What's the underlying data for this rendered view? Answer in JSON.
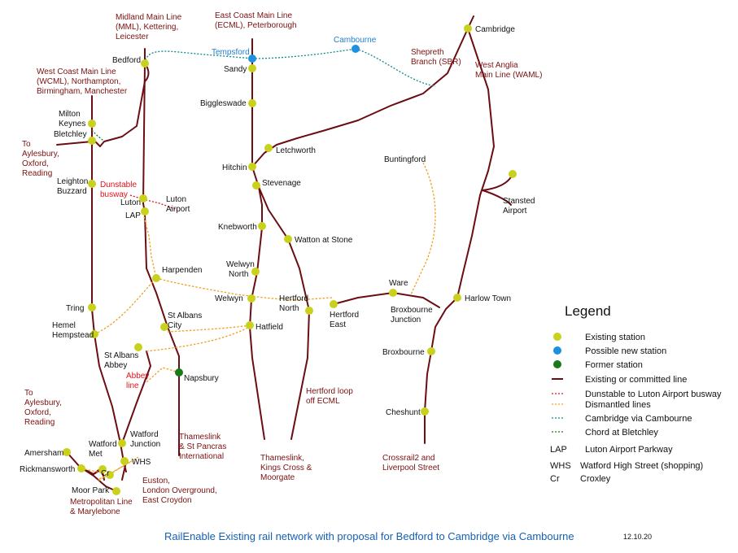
{
  "colors": {
    "line": "#6b0d13",
    "station": "#c8d21c",
    "new_station": "#1e90e0",
    "former_station": "#1a7a1a",
    "busway": "#e3121a",
    "dismantled": "#f0a020",
    "cambourne": "#0e8a8a",
    "chord": "#1a7a1a",
    "destination_text": "#7a1010",
    "footer_text": "#1560b5"
  },
  "stations": {
    "bedford": "Bedford",
    "tempsford": "Tempsford",
    "sandy": "Sandy",
    "cambourne": "Cambourne",
    "cambridge": "Cambridge",
    "biggleswade": "Biggleswade",
    "milton_keynes": [
      "Milton",
      "Keynes"
    ],
    "bletchley": "Bletchley",
    "letchworth": "Letchworth",
    "hitchin": "Hitchin",
    "stevenage": "Stevenage",
    "leighton_buzzard": [
      "Leighton",
      "Buzzard"
    ],
    "luton": "Luton",
    "luton_airport": [
      "Luton",
      "Airport"
    ],
    "lap": "LAP",
    "buntingford": "Buntingford",
    "stansted_airport": [
      "Stansted",
      "Airport"
    ],
    "knebworth": "Knebworth",
    "watton_at_stone": "Watton at Stone",
    "harpenden": "Harpenden",
    "welwyn_north": [
      "Welwyn",
      "North"
    ],
    "welwyn": "Welwyn",
    "hertford_north": [
      "Hertford",
      "North"
    ],
    "ware": "Ware",
    "hertford_east": [
      "Hertford",
      "East"
    ],
    "harlow_town": "Harlow Town",
    "tring": "Tring",
    "st_albans_city": [
      "St Albans",
      "City"
    ],
    "hatfield": "Hatfield",
    "broxbourne_junction": [
      "Broxbourne",
      "Junction"
    ],
    "hemel_hempstead": [
      "Hemel",
      "Hempstead"
    ],
    "broxbourne": "Broxbourne",
    "st_albans_abbey": [
      "St Albans",
      "Abbey"
    ],
    "napsbury": "Napsbury",
    "cheshunt": "Cheshunt",
    "watford_junction": [
      "Watford",
      "Junction"
    ],
    "watford_met": [
      "Watford",
      "Met"
    ],
    "amersham": "Amersham",
    "rickmansworth": "Rickmansworth",
    "cr": "Cr",
    "whs": "WHS",
    "moor_park": "Moor Park"
  },
  "line_labels": {
    "mml": [
      "Midland Main Line",
      "(MML), Kettering,",
      "Leicester"
    ],
    "ecml": [
      "East Coast Main Line",
      "(ECML), Peterborough"
    ],
    "wcml": [
      "West Coast Main Line",
      "(WCML), Northampton,",
      "Birmingham, Manchester"
    ],
    "shepreth": [
      "Shepreth",
      "Branch (SBR)"
    ],
    "waml": [
      "West Anglia",
      "Main Line (WAML)"
    ],
    "to_aylesbury_1": [
      "To",
      "Aylesbury,",
      "Oxford,",
      "Reading"
    ],
    "to_aylesbury_2": [
      "To",
      "Aylesbury,",
      "Oxford,",
      "Reading"
    ],
    "dunstable_busway": [
      "Dunstable",
      "busway"
    ],
    "abbey_line": [
      "Abbey",
      "line"
    ],
    "thameslink_st_pancras": [
      "Thameslink",
      "& St Pancras",
      "International"
    ],
    "hertford_loop": [
      "Hertford loop",
      "off ECML"
    ],
    "thameslink_kings_cross": [
      "Thameslink,",
      "Kings Cross &",
      "Moorgate"
    ],
    "crossrail2": [
      "Crossrail2 and",
      "Liverpool Street"
    ],
    "euston": [
      "Euston,",
      "London Overground,",
      "East Croydon"
    ],
    "metropolitan": [
      "Metropolitan Line",
      "& Marylebone"
    ]
  },
  "legend": {
    "title": "Legend",
    "items": [
      {
        "kind": "station",
        "label": "Existing station"
      },
      {
        "kind": "new_station",
        "label": "Possible new station"
      },
      {
        "kind": "former_station",
        "label": "Former station"
      },
      {
        "kind": "line",
        "label": "Existing or committed line"
      },
      {
        "kind": "busway",
        "label": "Dunstable to Luton Airport busway"
      },
      {
        "kind": "dismantled",
        "label": "Dismantled lines"
      },
      {
        "kind": "cambourne",
        "label": "Cambridge via Cambourne"
      },
      {
        "kind": "chord",
        "label": "Chord at Bletchley"
      }
    ],
    "abbreviations": [
      {
        "code": "LAP",
        "meaning": "Luton Airport Parkway"
      },
      {
        "code": "WHS",
        "meaning": "Watford High Street (shopping)"
      },
      {
        "code": "Cr",
        "meaning": "Croxley"
      }
    ]
  },
  "footer": {
    "title": "RailEnable  Existing rail network with proposal for Bedford to Cambridge via Cambourne",
    "date": "12.10.20"
  }
}
